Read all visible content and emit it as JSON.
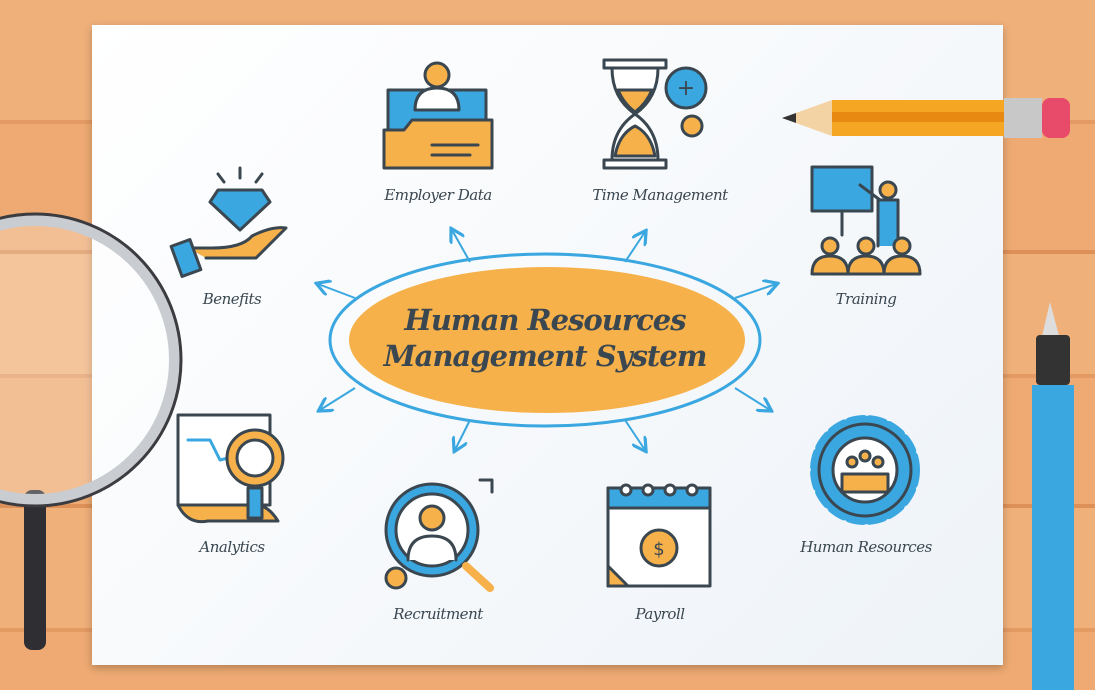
{
  "center": {
    "line1": "Human Resources",
    "line2": "Management System"
  },
  "nodes": [
    {
      "label": "Employer Data",
      "icon": "folder-person-icon"
    },
    {
      "label": "Time Management",
      "icon": "hourglass-gear-icon"
    },
    {
      "label": "Training",
      "icon": "presentation-icon"
    },
    {
      "label": "Benefits",
      "icon": "hand-diamond-icon"
    },
    {
      "label": "Analytics",
      "icon": "document-magnifier-icon"
    },
    {
      "label": "Recruitment",
      "icon": "search-person-icon"
    },
    {
      "label": "Payroll",
      "icon": "calendar-dollar-icon"
    },
    {
      "label": "Human Resources",
      "icon": "gear-people-icon"
    }
  ],
  "colors": {
    "orange": "#f6b14a",
    "blue": "#3aa7e0",
    "outline": "#3a4750",
    "wood": "#eeaa72"
  }
}
